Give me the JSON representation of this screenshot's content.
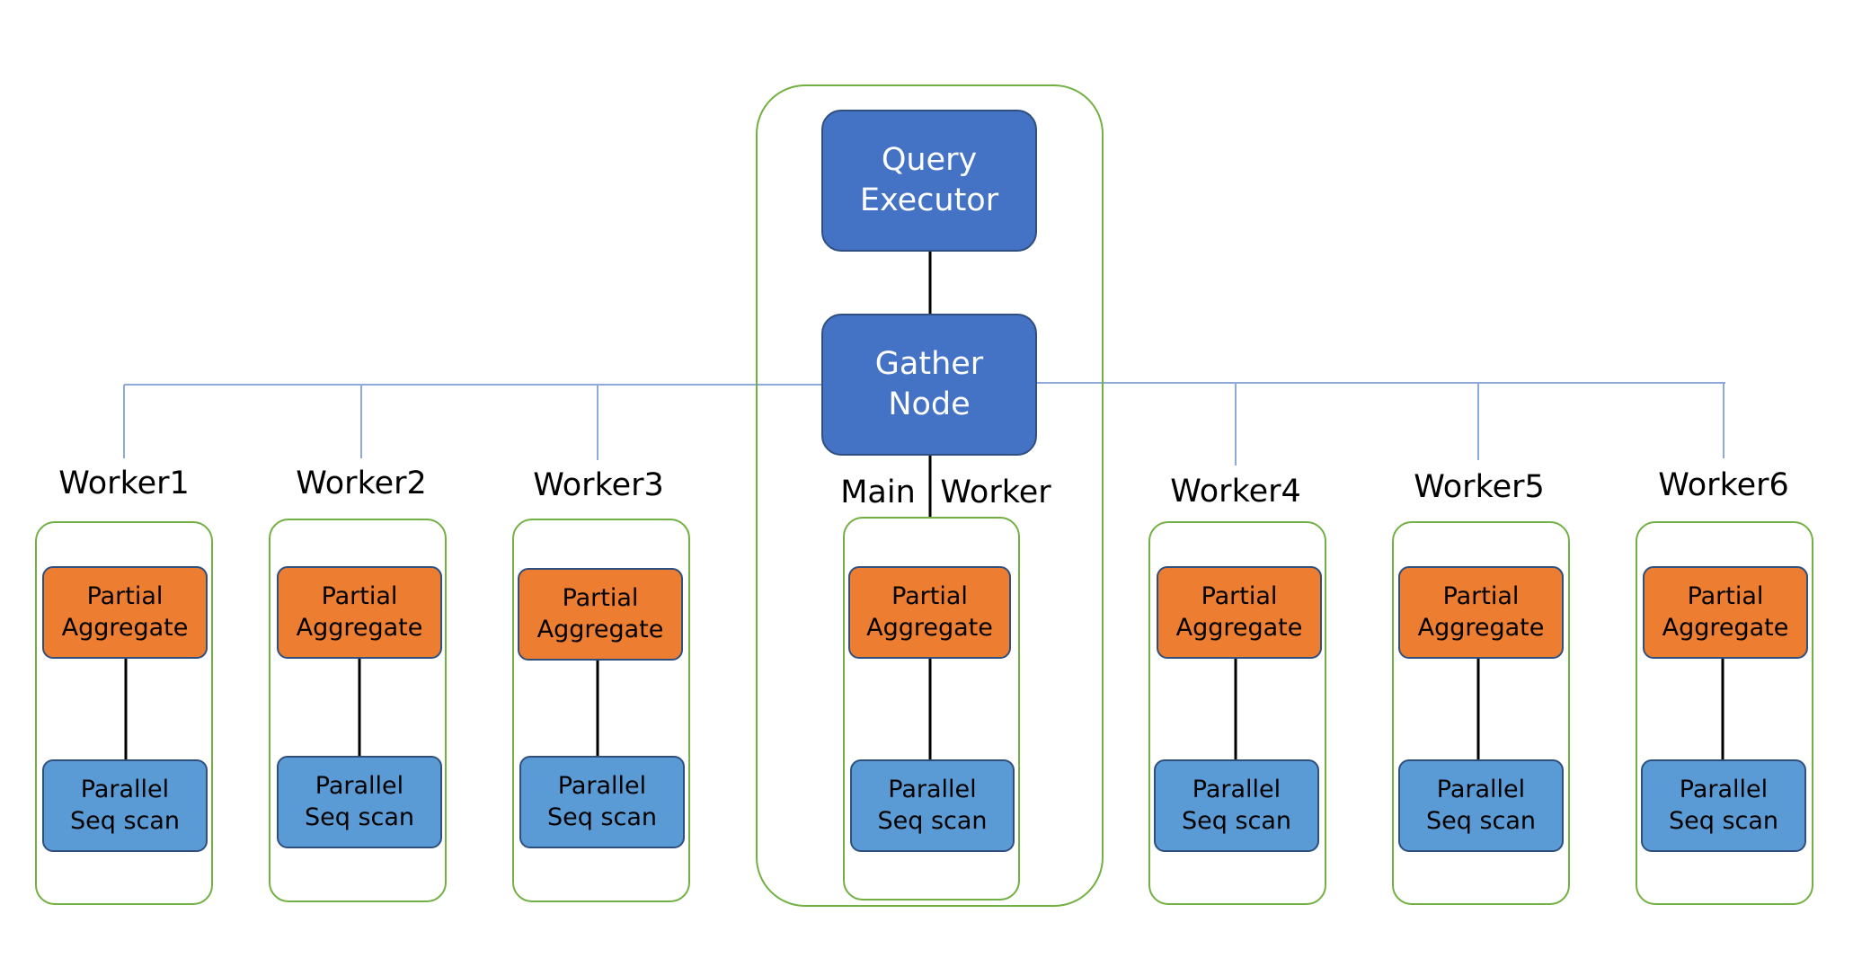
{
  "colors": {
    "group_border": "#72b043",
    "main_node_fill": "#4472c4",
    "aggregate_fill": "#ed7d31",
    "scan_fill": "#5b9bd5",
    "bus_line": "#8eaadb",
    "connector": "#000000"
  },
  "coordinator": {
    "query_executor": "Query\nExecutor",
    "gather_node": "Gather\nNode",
    "main_label": "Main",
    "main_worker_label": "Worker"
  },
  "main_worker": {
    "aggregate": "Partial\nAggregate",
    "scan": "Parallel\nSeq scan"
  },
  "workers": [
    {
      "name": "Worker1",
      "aggregate": "Partial\nAggregate",
      "scan": "Parallel\nSeq scan"
    },
    {
      "name": "Worker2",
      "aggregate": "Partial\nAggregate",
      "scan": "Parallel\nSeq scan"
    },
    {
      "name": "Worker3",
      "aggregate": "Partial\nAggregate",
      "scan": "Parallel\nSeq scan"
    },
    {
      "name": "Worker4",
      "aggregate": "Partial\nAggregate",
      "scan": "Parallel\nSeq scan"
    },
    {
      "name": "Worker5",
      "aggregate": "Partial\nAggregate",
      "scan": "Parallel\nSeq scan"
    },
    {
      "name": "Worker6",
      "aggregate": "Partial\nAggregate",
      "scan": "Parallel\nSeq scan"
    }
  ]
}
